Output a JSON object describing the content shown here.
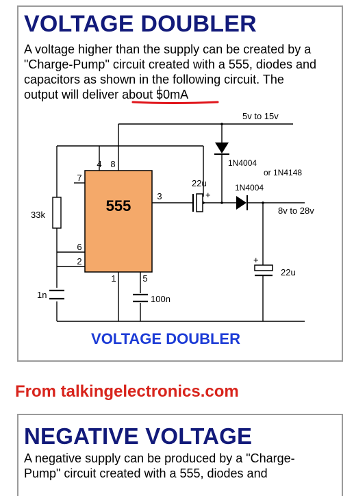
{
  "voltage_doubler_card": {
    "title": "VOLTAGE DOUBLER",
    "description": "A voltage higher than the supply can be created by a\n\"Charge-Pump\" circuit created with a 555, diodes and\ncapacitors as shown in the following circuit. The\noutput will deliver about 50mA",
    "circuit": {
      "ic_label": "555",
      "pins": {
        "p4": "4",
        "p8": "8",
        "p7": "7",
        "p3": "3",
        "p6": "6",
        "p2": "2",
        "p1": "1",
        "p5": "5"
      },
      "supply_label": "5v to 15v",
      "output_label": "8v to 28v",
      "resistor_label": "33k",
      "timing_cap_label": "1n",
      "control_cap_label": "100n",
      "pump_cap_label": "22u",
      "output_cap_label": "22u",
      "diode1_label": "1N4004",
      "diode1_alt_label": "or 1N4148",
      "diode2_label": "1N4004",
      "polarity_plus": "+",
      "caption": "VOLTAGE DOUBLER"
    },
    "colors": {
      "title": "#121a7a",
      "ic_fill": "#f4a96a",
      "caption": "#1c3bd6",
      "underline": "#e0151b"
    }
  },
  "source_credit": "From talkingelectronics.com",
  "negative_voltage_card": {
    "title": "NEGATIVE VOLTAGE",
    "description": "A negative supply can be produced by a \"Charge-\nPump\" circuit created with a 555, diodes and"
  }
}
